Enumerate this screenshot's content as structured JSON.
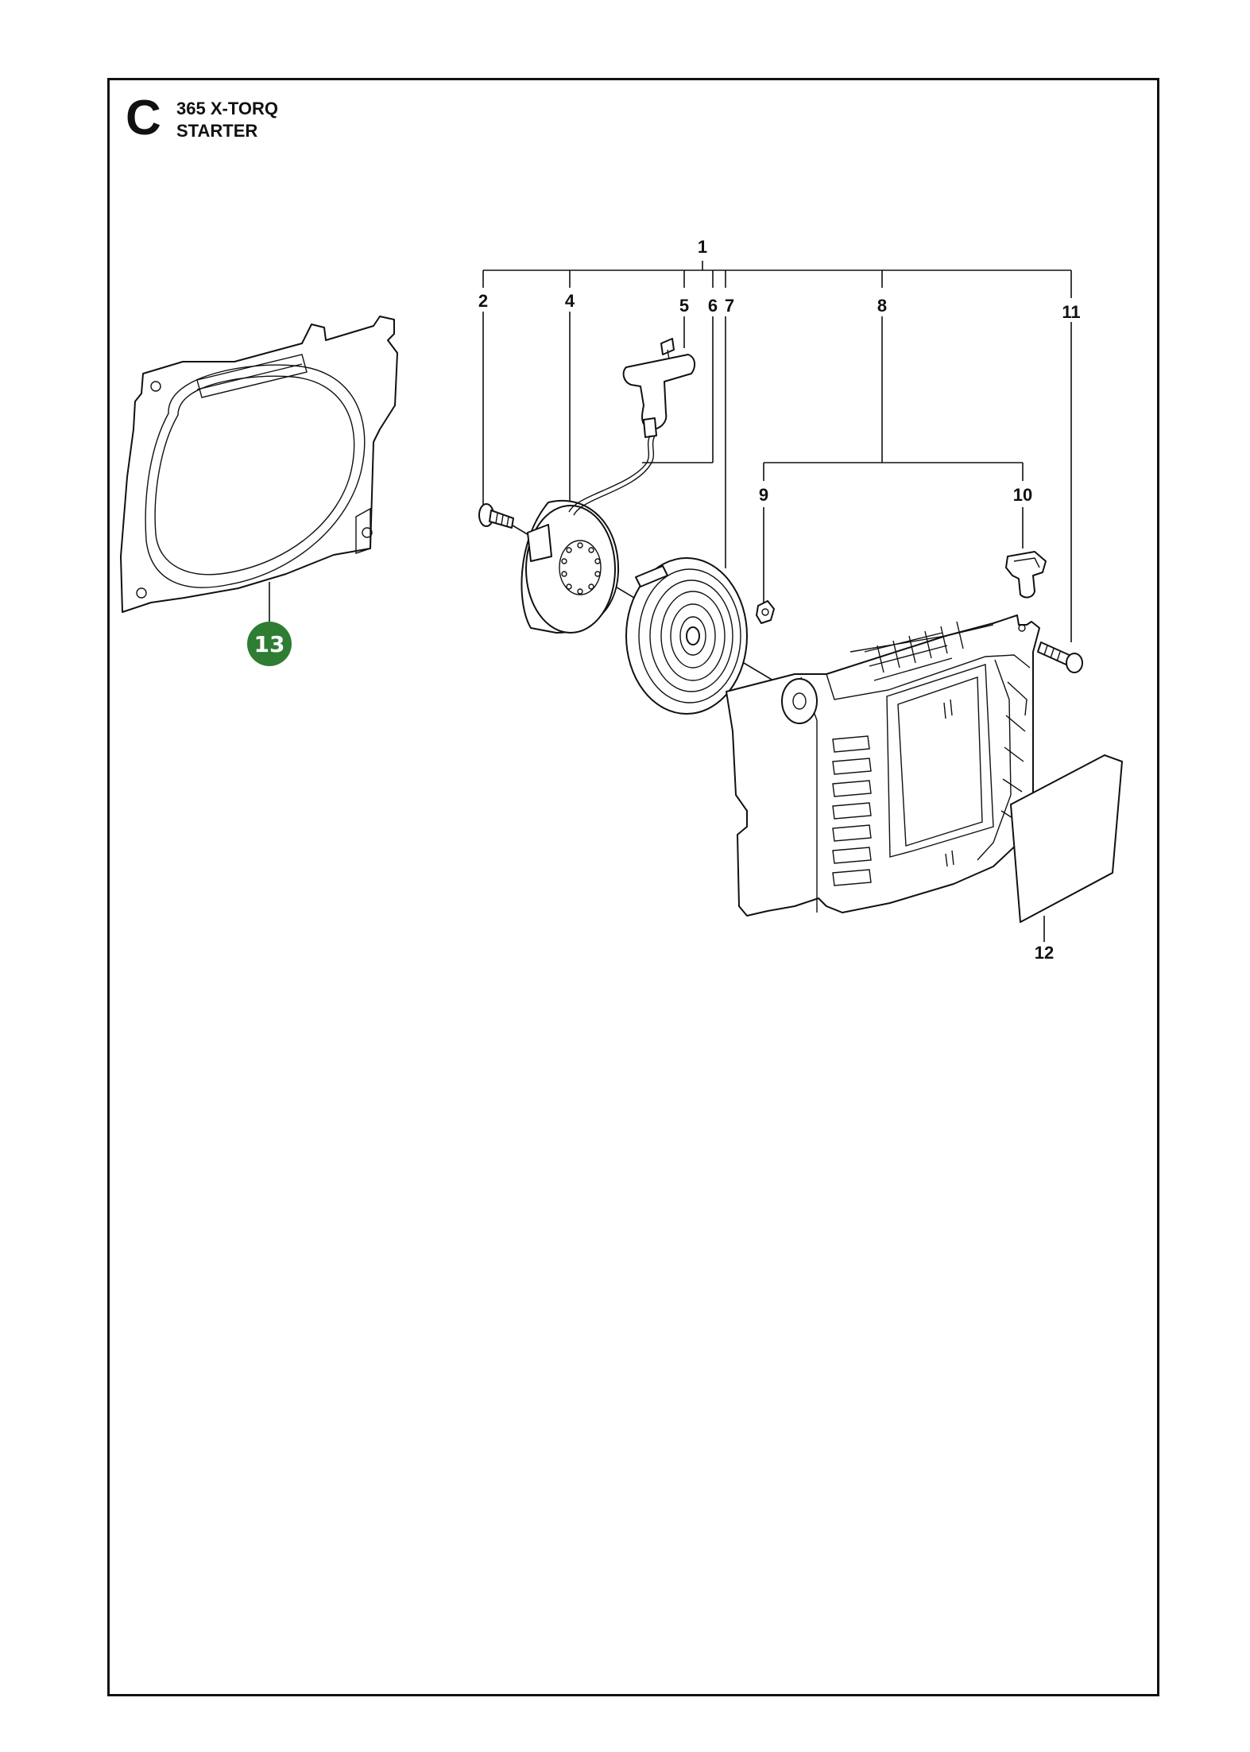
{
  "header": {
    "section_letter": "C",
    "model": "365 X-TORQ",
    "title": "STARTER"
  },
  "callouts": [
    "1",
    "2",
    "4",
    "5",
    "6",
    "7",
    "8",
    "9",
    "10",
    "11",
    "12"
  ],
  "highlight_callout": {
    "label": "13",
    "color": "#2e7d32"
  },
  "colors": {
    "line": "#111111",
    "background": "#ffffff"
  }
}
